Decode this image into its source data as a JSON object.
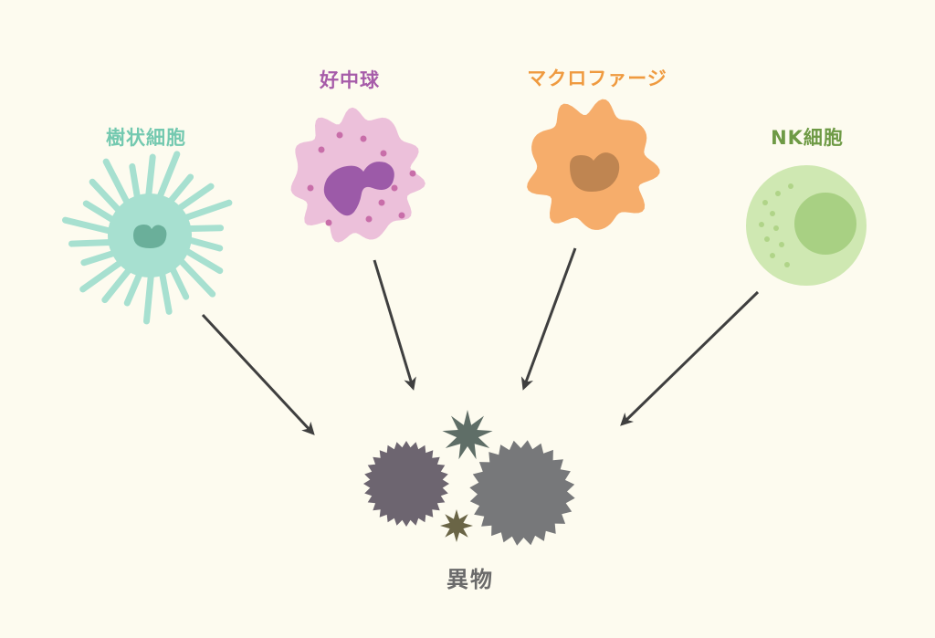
{
  "cells": [
    {
      "id": "dendritic",
      "label": "樹状細胞",
      "color": "#74c9b0"
    },
    {
      "id": "neutrophil",
      "label": "好中球",
      "color": "#a65ca9"
    },
    {
      "id": "macrophage",
      "label": "マクロファージ",
      "color": "#ef9a3f"
    },
    {
      "id": "nk",
      "label": "NK細胞",
      "color": "#6e9a45"
    }
  ],
  "target": {
    "label": "異物",
    "color": "#6a6a6a"
  },
  "colors": {
    "background": "#fdfbef",
    "arrow": "#3f3f3f",
    "dendritic_body": "#a7e0d0",
    "neutrophil_body": "#ecc0da",
    "neutrophil_nucleus": "#9c5aa8",
    "macrophage_body": "#f6ad6b",
    "macrophage_nucleus": "#b9814f",
    "nk_body": "#cfe8b2",
    "nk_nucleus": "#a8d083",
    "foreign_purple": "#6d6570",
    "foreign_gray": "#77787a",
    "foreign_teal": "#5f6e67",
    "foreign_olive": "#6a6546"
  }
}
